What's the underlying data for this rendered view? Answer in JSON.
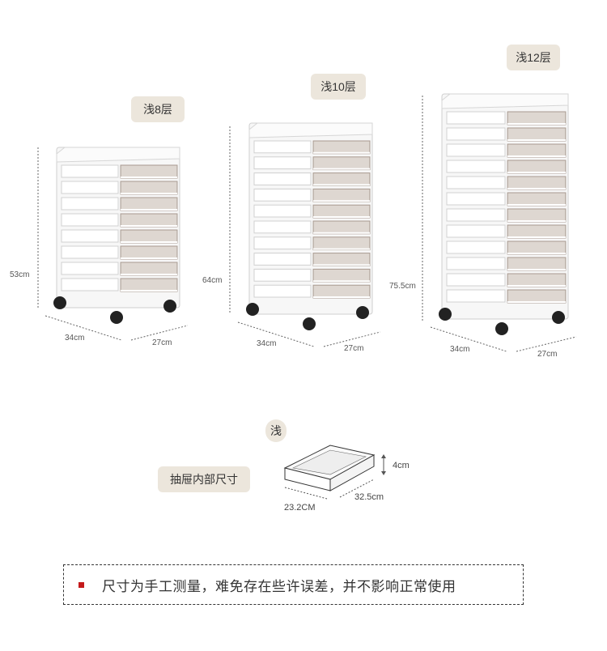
{
  "products": [
    {
      "title": "浅8层",
      "height": "53cm",
      "depth": "34cm",
      "width": "27cm",
      "drawers": 8
    },
    {
      "title": "浅10层",
      "height": "64cm",
      "depth": "34cm",
      "width": "27cm",
      "drawers": 10
    },
    {
      "title": "浅12层",
      "height": "75.5cm",
      "depth": "34cm",
      "width": "27cm",
      "drawers": 12
    }
  ],
  "drawer_section": {
    "tag": "浅",
    "label": "抽屉内部尺寸",
    "depth": "4cm",
    "length": "32.5cm",
    "width": "23.2CM"
  },
  "note": "尺寸为手工测量，难免存在些许误差，并不影响正常使用",
  "colors": {
    "pill": "#ece6dc",
    "bullet": "#c4191b",
    "drawer_tint": "#cbbdb2"
  }
}
